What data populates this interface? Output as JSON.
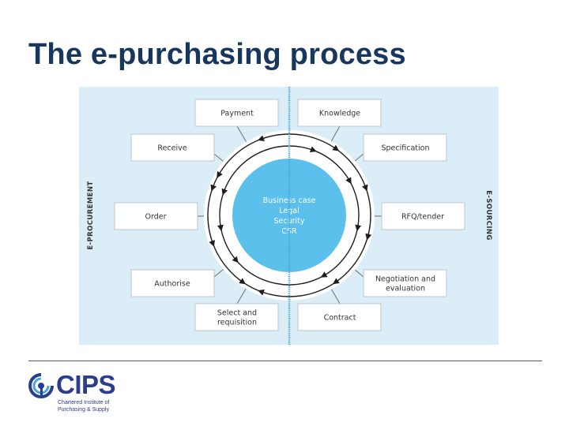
{
  "slide": {
    "title": "The e-purchasing process"
  },
  "diagram": {
    "left_label": "E-PROCUREMENT",
    "right_label": "E-SOURCING",
    "center_lines": [
      "Business case",
      "Legal",
      "Security",
      "CSR"
    ],
    "steps": [
      {
        "id": "payment",
        "lines": [
          "Payment"
        ]
      },
      {
        "id": "knowledge",
        "lines": [
          "Knowledge"
        ]
      },
      {
        "id": "receive",
        "lines": [
          "Receive"
        ]
      },
      {
        "id": "specification",
        "lines": [
          "Specification"
        ]
      },
      {
        "id": "order",
        "lines": [
          "Order"
        ]
      },
      {
        "id": "rfq",
        "lines": [
          "RFQ/tender"
        ]
      },
      {
        "id": "authorise",
        "lines": [
          "Authorise"
        ]
      },
      {
        "id": "negotiation",
        "lines": [
          "Negotiation and",
          "evaluation"
        ]
      },
      {
        "id": "select",
        "lines": [
          "Select and",
          "requisition"
        ]
      },
      {
        "id": "contract",
        "lines": [
          "Contract"
        ]
      }
    ],
    "colors": {
      "panel": "#dbeef8",
      "center": "#5bc0eb",
      "ring": "#1e1e1e",
      "divider": "#4aa6d6",
      "box_border": "#b8c6cf"
    }
  },
  "logo": {
    "word": "CIPS",
    "subtitle": "Chartered Institute of\nPurchasing & Supply"
  }
}
